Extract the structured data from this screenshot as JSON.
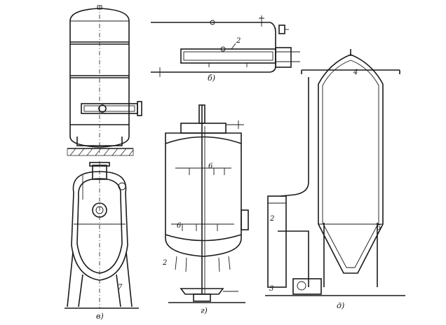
{
  "figure": {
    "panel_labels": {
      "b": "б)",
      "v": "в)",
      "g": "г)",
      "d": "д)"
    },
    "callouts": {
      "b_2": "2",
      "v_7": "7",
      "g_6a": "6",
      "g_6b": "6",
      "g_2": "2",
      "d_4": "4",
      "d_2": "2",
      "d_3": "3",
      "d_5": "5"
    }
  }
}
